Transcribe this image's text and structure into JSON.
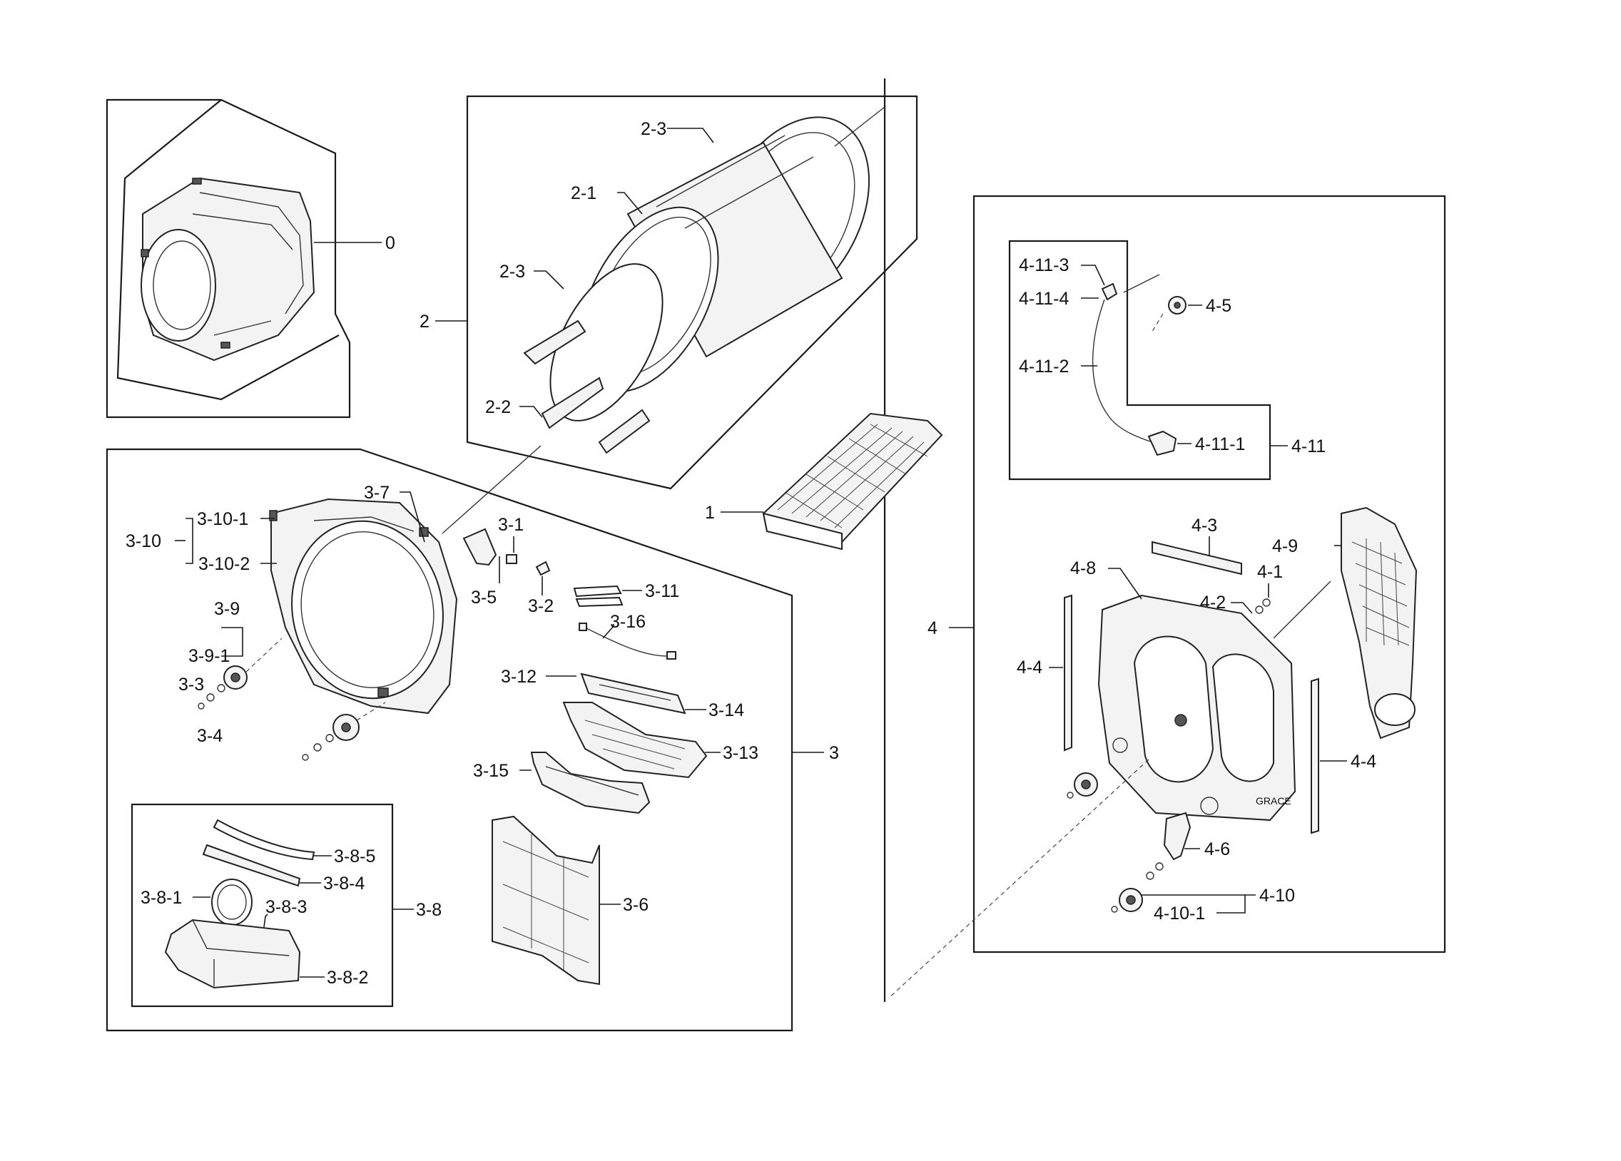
{
  "labels": {
    "l0": "0",
    "l1": "1",
    "l2": "2",
    "l2_1": "2-1",
    "l2_2": "2-2",
    "l2_3a": "2-3",
    "l2_3b": "2-3",
    "l3": "3",
    "l3_1": "3-1",
    "l3_2": "3-2",
    "l3_3": "3-3",
    "l3_4": "3-4",
    "l3_5": "3-5",
    "l3_6": "3-6",
    "l3_7": "3-7",
    "l3_8": "3-8",
    "l3_8_1": "3-8-1",
    "l3_8_2": "3-8-2",
    "l3_8_3": "3-8-3",
    "l3_8_4": "3-8-4",
    "l3_8_5": "3-8-5",
    "l3_9": "3-9",
    "l3_9_1": "3-9-1",
    "l3_10": "3-10",
    "l3_10_1": "3-10-1",
    "l3_10_2": "3-10-2",
    "l3_11": "3-11",
    "l3_12": "3-12",
    "l3_13": "3-13",
    "l3_14": "3-14",
    "l3_15": "3-15",
    "l3_16": "3-16",
    "l4": "4",
    "l4_1": "4-1",
    "l4_2": "4-2",
    "l4_3": "4-3",
    "l4_4a": "4-4",
    "l4_4b": "4-4",
    "l4_5": "4-5",
    "l4_6": "4-6",
    "l4_8": "4-8",
    "l4_9": "4-9",
    "l4_10": "4-10",
    "l4_10_1": "4-10-1",
    "l4_11": "4-11",
    "l4_11_1": "4-11-1",
    "l4_11_2": "4-11-2",
    "l4_11_3": "4-11-3",
    "l4_11_4": "4-11-4"
  },
  "frame_text": {
    "brand_mark": "GRACE"
  }
}
